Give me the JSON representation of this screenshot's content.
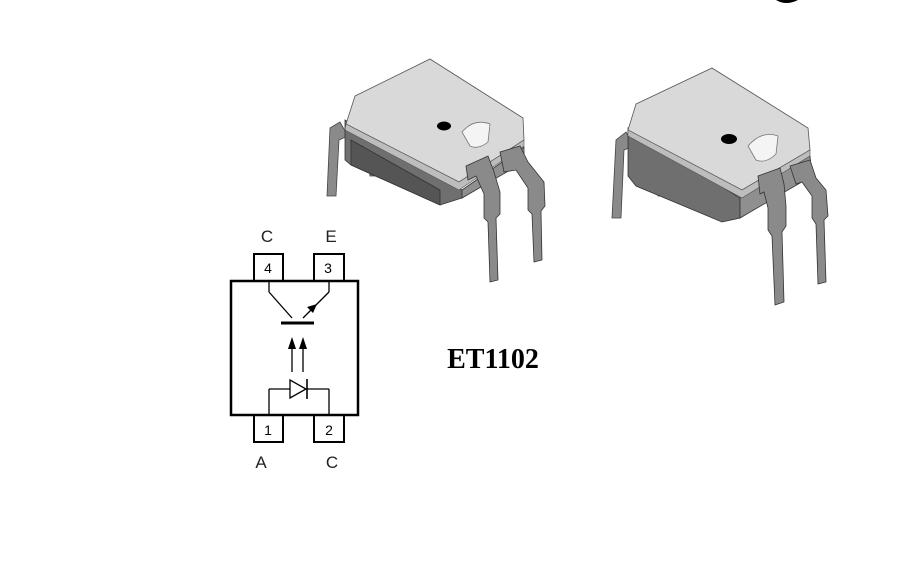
{
  "part_number": "ET1102",
  "schematic": {
    "pins": [
      {
        "num": "4",
        "label": "C"
      },
      {
        "num": "3",
        "label": "E"
      },
      {
        "num": "1",
        "label": "A"
      },
      {
        "num": "2",
        "label": "C"
      }
    ]
  },
  "colors": {
    "body_top": "#d9d9d9",
    "body_front": "#8f8f8f",
    "body_side": "#6f6f6f",
    "lead": "#8a8a8a",
    "lead_dark": "#5e5e5e"
  }
}
